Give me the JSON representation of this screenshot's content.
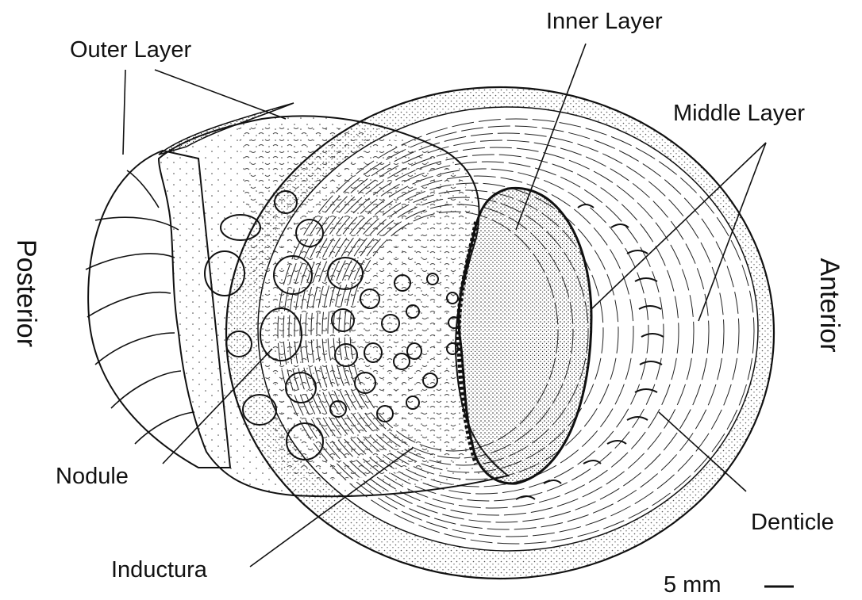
{
  "labels": {
    "outer_layer": "Outer Layer",
    "inner_layer": "Inner Layer",
    "middle_layer": "Middle Layer",
    "posterior": "Posterior",
    "anterior": "Anterior",
    "nodule": "Nodule",
    "inductura": "Inductura",
    "denticle": "Denticle",
    "scale": "5 mm"
  },
  "colors": {
    "ink": "#111111",
    "paper": "#ffffff",
    "stipple": "#555555"
  }
}
